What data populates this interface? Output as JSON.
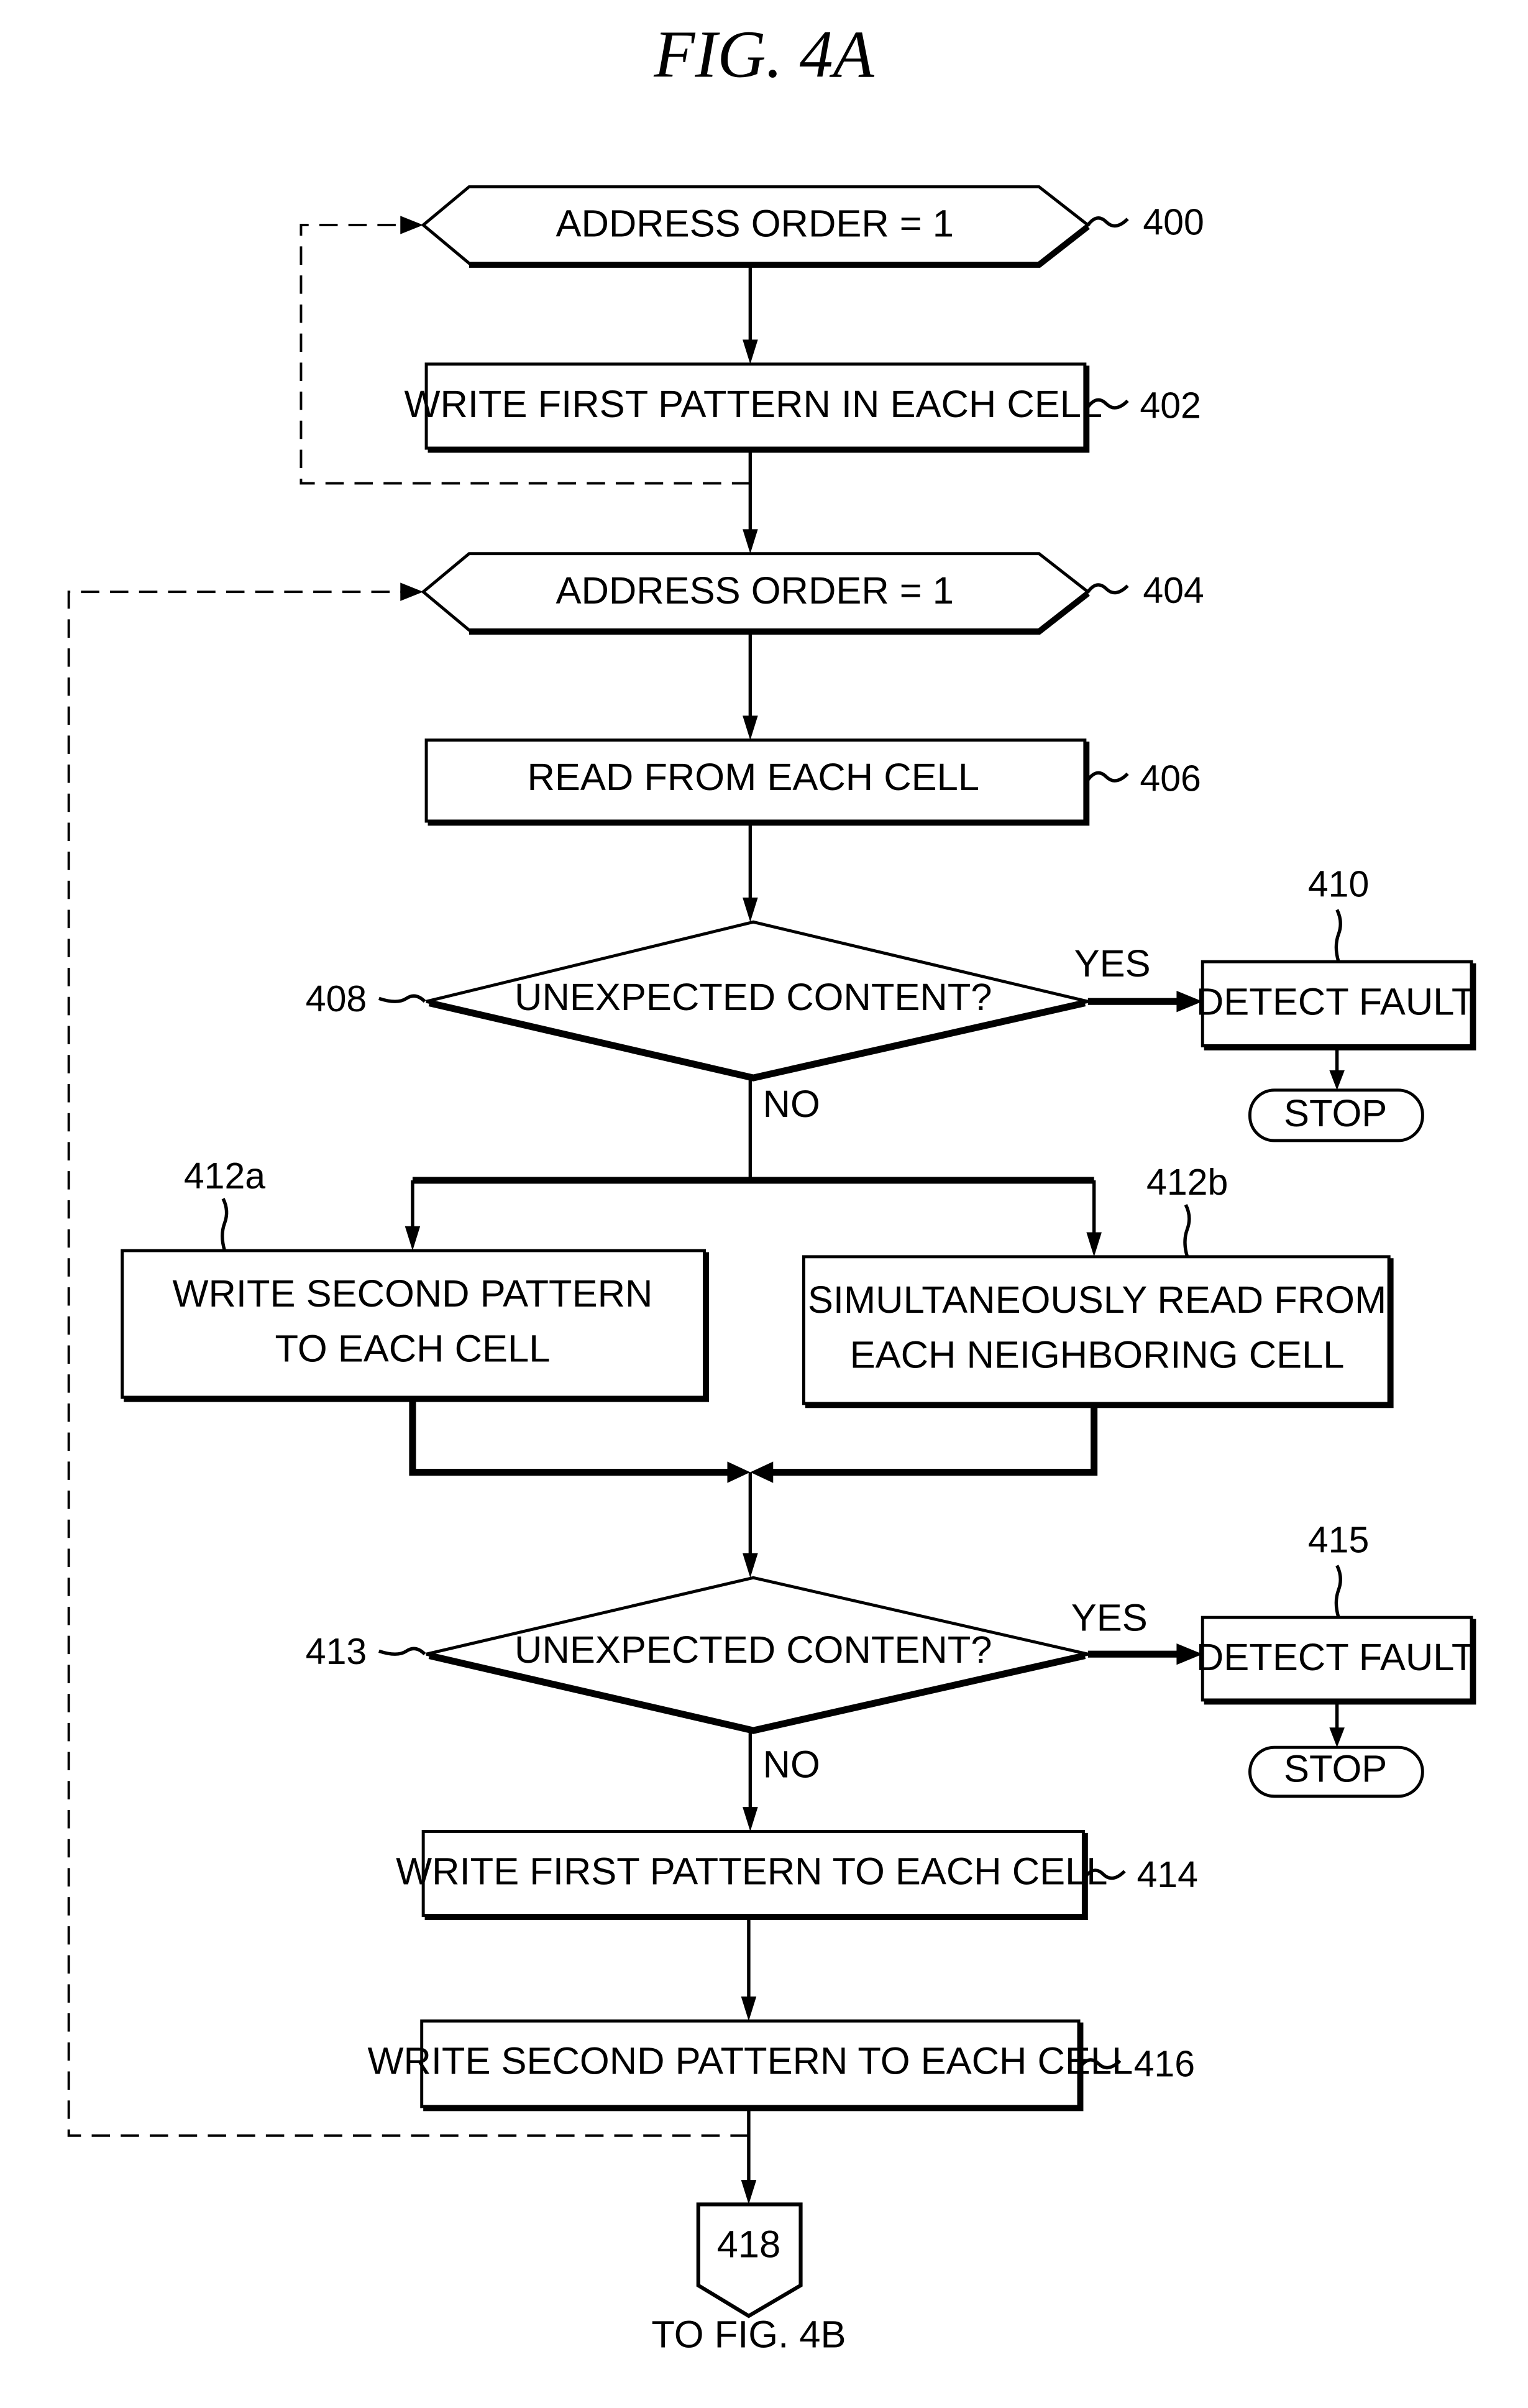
{
  "figure": {
    "title": "FIG. 4A",
    "footer": "TO FIG. 4B"
  },
  "nodes": {
    "n400": {
      "ref": "400",
      "text": "ADDRESS ORDER = 1",
      "shape": "hexagon"
    },
    "n402": {
      "ref": "402",
      "text": "WRITE FIRST PATTERN IN EACH CELL",
      "shape": "process"
    },
    "n404": {
      "ref": "404",
      "text": "ADDRESS ORDER = 1",
      "shape": "hexagon"
    },
    "n406": {
      "ref": "406",
      "text": "READ FROM EACH CELL",
      "shape": "process"
    },
    "n408": {
      "ref": "408",
      "text": "UNEXPECTED CONTENT?",
      "shape": "decision"
    },
    "n410": {
      "ref": "410",
      "text": "DETECT FAULT",
      "shape": "process"
    },
    "n410_stop": {
      "text": "STOP",
      "shape": "terminator"
    },
    "n412a": {
      "ref": "412a",
      "line1": "WRITE SECOND PATTERN",
      "line2": "TO EACH CELL",
      "shape": "process"
    },
    "n412b": {
      "ref": "412b",
      "line1": "SIMULTANEOUSLY READ FROM",
      "line2": "EACH NEIGHBORING CELL",
      "shape": "process"
    },
    "n413": {
      "ref": "413",
      "text": "UNEXPECTED CONTENT?",
      "shape": "decision"
    },
    "n415": {
      "ref": "415",
      "text": "DETECT FAULT",
      "shape": "process"
    },
    "n415_stop": {
      "text": "STOP",
      "shape": "terminator"
    },
    "n414": {
      "ref": "414",
      "text": "WRITE FIRST PATTERN TO EACH CELL",
      "shape": "process"
    },
    "n416": {
      "ref": "416",
      "text": "WRITE SECOND PATTERN TO EACH CELL",
      "shape": "process"
    },
    "n418": {
      "ref": "418",
      "shape": "off-page-connector"
    }
  },
  "edge_labels": {
    "yes": "YES",
    "no": "NO"
  }
}
